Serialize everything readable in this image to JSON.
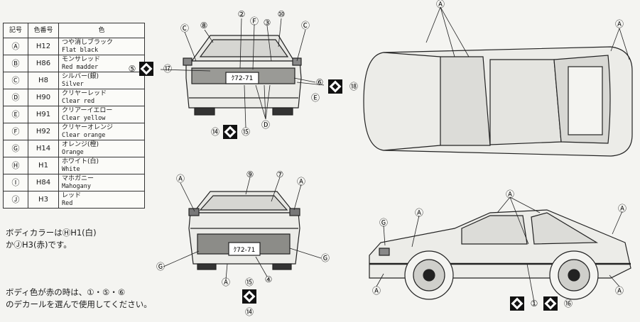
{
  "legend": {
    "headers": {
      "symbol": "記号",
      "code": "色番号",
      "color": "色"
    },
    "rows": [
      {
        "symbol": "Ⓐ",
        "code": "H12",
        "ja": "つや消しブラック",
        "en": "Flat black"
      },
      {
        "symbol": "Ⓑ",
        "code": "H86",
        "ja": "モンサレッド",
        "en": "Red madder"
      },
      {
        "symbol": "Ⓒ",
        "code": "H8",
        "ja": "シルバー(銀)",
        "en": "Silver"
      },
      {
        "symbol": "Ⓓ",
        "code": "H90",
        "ja": "クリヤーレッド",
        "en": "Clear red"
      },
      {
        "symbol": "Ⓔ",
        "code": "H91",
        "ja": "クリアーイエロー",
        "en": "Clear yellow"
      },
      {
        "symbol": "Ⓕ",
        "code": "H92",
        "ja": "クリヤーオレンジ",
        "en": "Clear orange"
      },
      {
        "symbol": "Ⓖ",
        "code": "H14",
        "ja": "オレンジ(橙)",
        "en": "Orange"
      },
      {
        "symbol": "Ⓗ",
        "code": "H1",
        "ja": "ホワイト(白)",
        "en": "White"
      },
      {
        "symbol": "Ⓘ",
        "code": "H84",
        "ja": "マホガニー",
        "en": "Mahogany"
      },
      {
        "symbol": "Ⓙ",
        "code": "H3",
        "ja": "レッド",
        "en": "Red"
      }
    ]
  },
  "notes": {
    "body_color_1": "ボディカラーはⒽH1(白)",
    "body_color_2": "かⒿH3(赤)です。",
    "decal_1": "ボディ色が赤の時は、①・⑤・⑥",
    "decal_2": "のデカールを選んで使用してください。"
  },
  "plates": {
    "rear_top": "ｸ72-71",
    "front": "ｸ72-71"
  },
  "callouts": {
    "c": "Ⓒ",
    "a": "Ⓐ",
    "d": "Ⓓ",
    "e": "Ⓔ",
    "f": "Ⓕ",
    "g": "Ⓖ",
    "n1": "①",
    "n2": "②",
    "n3": "③",
    "n5": "⑤",
    "n6": "⑥",
    "n7": "⑦",
    "n8": "⑧",
    "n9": "⑨",
    "n10": "⑩",
    "n14": "⑭",
    "n15": "⑮",
    "n16": "⑯",
    "n17": "⑰",
    "n18": "⑱"
  }
}
